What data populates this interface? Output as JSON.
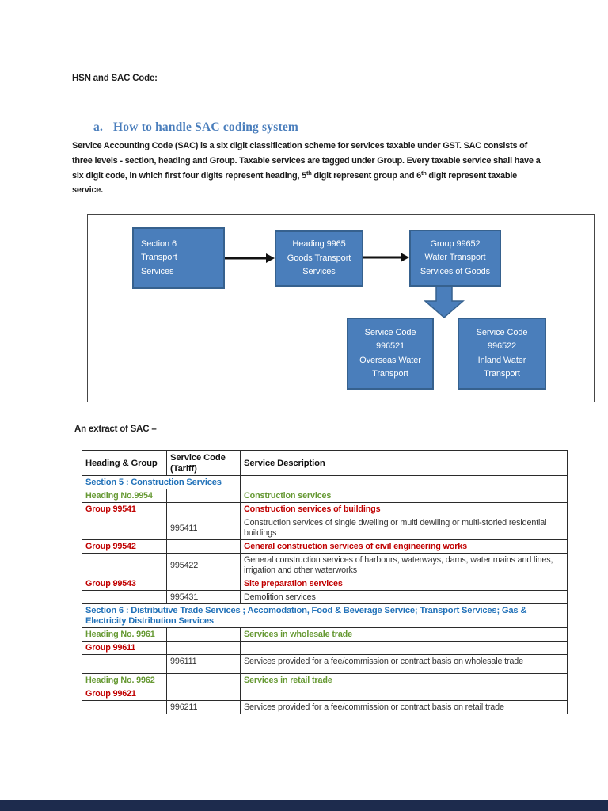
{
  "colors": {
    "section_blue": "#2272B9",
    "heading_green": "#669933",
    "group_red": "#C00000",
    "serif_heading_blue": "#4A7EBC",
    "flow_box_fill": "#4A7EBB",
    "flow_box_border": "#36618E",
    "footer_navy": "#1D2B4D"
  },
  "doc": {
    "title": "HSN and SAC Code:",
    "heading_number": "a.",
    "heading_text": "How to handle SAC coding system",
    "extract_label": "An extract of SAC –"
  },
  "intro": {
    "parts": [
      {
        "text": "Service Accounting Code (SAC) is a six digit classification scheme for services taxable under GST. SAC consists of three levels - section, heading and Group. Taxable services are tagged under Group. Every taxable service shall have a six digit code, in which first four digits represent heading, 5"
      },
      {
        "sup": "th"
      },
      {
        "text": " digit represent group and 6"
      },
      {
        "sup": "th"
      },
      {
        "text": " digit represent taxable service."
      }
    ]
  },
  "flowchart": {
    "boxes": [
      {
        "key": "section",
        "lines": [
          "Section 6",
          "Transport",
          "Services"
        ]
      },
      {
        "key": "heading",
        "lines": [
          "Heading 9965",
          "Goods Transport",
          "Services"
        ]
      },
      {
        "key": "group",
        "lines": [
          "Group 99652",
          "Water Transport",
          "Services of Goods"
        ]
      },
      {
        "key": "service-996521",
        "lines": [
          "Service Code",
          "996521",
          "Overseas Water",
          "Transport"
        ]
      },
      {
        "key": "service-996522",
        "lines": [
          "Service Code",
          "996522",
          "Inland Water",
          "Transport"
        ]
      }
    ]
  },
  "table": {
    "headers": [
      "Heading & Group",
      "Service Code (Tariff)",
      "Service Description"
    ],
    "rows": [
      {
        "type": "section",
        "span": 2,
        "text": "Section 5 : Construction Services"
      },
      {
        "type": "heading",
        "col1": "Heading No.9954",
        "col2": "",
        "col3": "Construction services"
      },
      {
        "type": "group",
        "col1": "Group 99541",
        "col2": "",
        "col3": "Construction services of buildings"
      },
      {
        "type": "item",
        "col1": "",
        "col2": "995411",
        "col3": "Construction services of single dwelling or multi dewlling or multi-storied residential buildings"
      },
      {
        "type": "group",
        "col1": "Group 99542",
        "col2": "",
        "col3": "General construction services of civil engineering works"
      },
      {
        "type": "item",
        "col1": "",
        "col2": "995422",
        "col3": "General construction services of harbours, waterways, dams, water mains and lines, irrigation and other waterworks"
      },
      {
        "type": "group",
        "col1": "Group 99543",
        "col2": "",
        "col3": "Site preparation services"
      },
      {
        "type": "item",
        "col1": "",
        "col2": "995431",
        "col3": "Demolition services"
      },
      {
        "type": "section",
        "span": 3,
        "text": "Section 6 : Distributive Trade Services ; Accomodation, Food & Beverage Service; Transport Services; Gas & Electricity Distribution Services"
      },
      {
        "type": "heading",
        "col1": "Heading No. 9961",
        "col2": "",
        "col3": "Services in wholesale trade"
      },
      {
        "type": "group",
        "col1": "Group 99611",
        "col2": "",
        "col3": ""
      },
      {
        "type": "item",
        "col1": "",
        "col2": "996111",
        "col3": "Services provided for a fee/commission or contract basis on wholesale trade"
      },
      {
        "type": "blank"
      },
      {
        "type": "heading",
        "col1": "Heading No. 9962",
        "col2": "",
        "col3": "Services in retail trade"
      },
      {
        "type": "group",
        "col1": "Group 99621",
        "col2": "",
        "col3": ""
      },
      {
        "type": "item",
        "col1": "",
        "col2": "996211",
        "col3": "Services provided for a fee/commission or contract basis on retail trade"
      }
    ]
  }
}
